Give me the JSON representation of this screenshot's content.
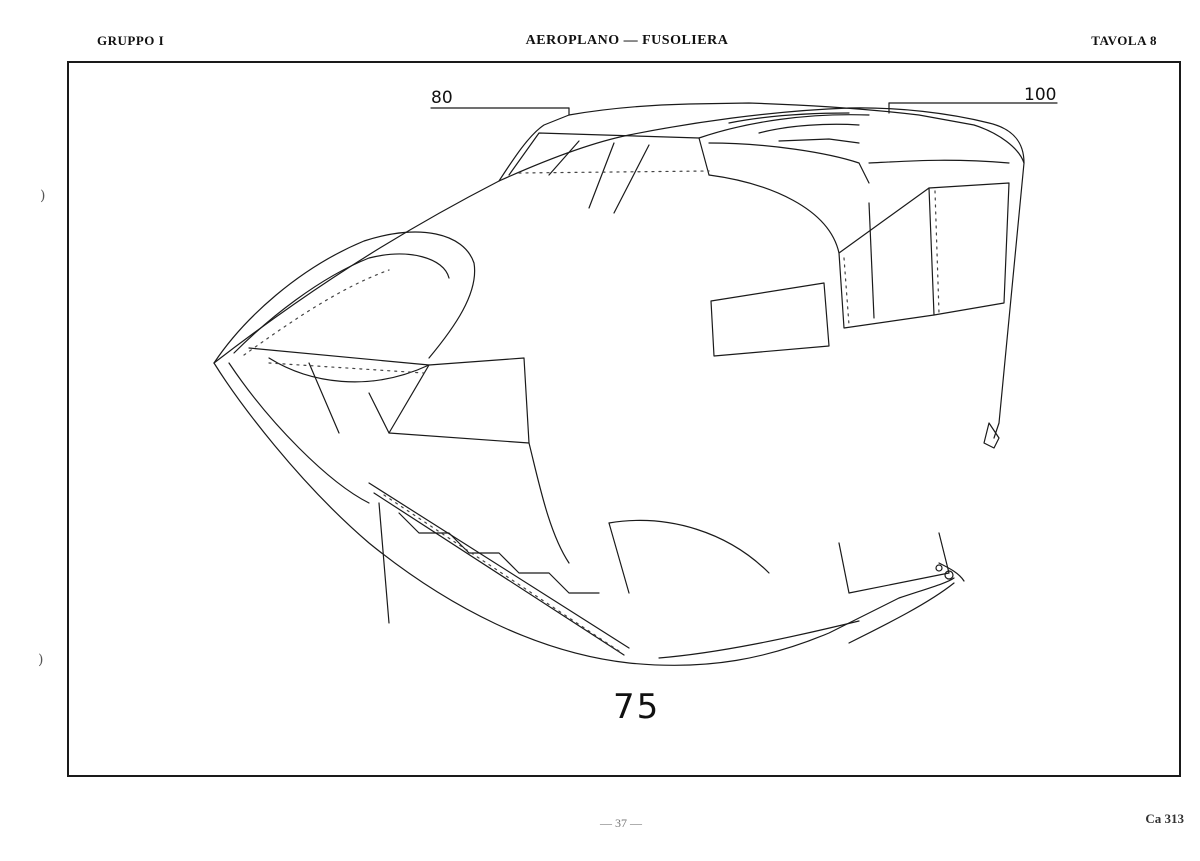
{
  "header": {
    "left": "GRUPPO I",
    "center": "AEROPLANO — FUSOLIERA",
    "right": "TAVOLA 8"
  },
  "figure": {
    "callouts": {
      "top_left": "80",
      "top_right": "100",
      "bottom": "75"
    }
  },
  "footer": {
    "page": "— 37 —",
    "model": "Ca 313"
  }
}
